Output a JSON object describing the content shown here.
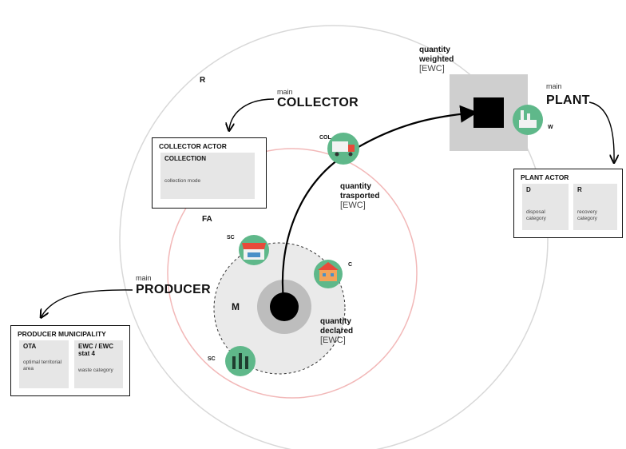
{
  "regions": {
    "outer_label": "R",
    "middle_label": "FA",
    "inner_label": "M"
  },
  "collector": {
    "prefix": "main",
    "title": "COLLECTOR",
    "box_title": "COLLECTOR ACTOR",
    "cell_title": "COLLECTION",
    "cell_text": "collection mode",
    "icon_abbr": "COL"
  },
  "plant": {
    "prefix": "main",
    "title": "PLANT",
    "box_title": "PLANT ACTOR",
    "cells": [
      {
        "title": "D",
        "text": "disposal category"
      },
      {
        "title": "R",
        "text": "recovery category"
      }
    ],
    "icon_abbr": "W"
  },
  "producer": {
    "prefix": "main",
    "title": "PRODUCER",
    "box_title": "PRODUCER MUNICIPALITY",
    "cells": [
      {
        "title": "OTA",
        "text": "optimal territorial area"
      },
      {
        "title": "EWC / EWC stat 4",
        "text": "waste category"
      }
    ]
  },
  "quantities": {
    "weighted": {
      "line1": "quantity",
      "line2": "weighted",
      "unit": "[EWC]"
    },
    "transported": {
      "line1": "quantity",
      "line2": "trasported",
      "unit": "[EWC]"
    },
    "declared": {
      "line1": "quantity",
      "line2": "declared",
      "unit": "[EWC]"
    }
  },
  "sources": {
    "shop_abbr": "SC",
    "home_abbr": "C",
    "farm_abbr": "SC"
  },
  "colors": {
    "icon_green": "#5fb88a",
    "outer_ring": "#d4d4d4",
    "red_ring": "#f0b4b4",
    "plant_square": "#cfcfcf"
  }
}
